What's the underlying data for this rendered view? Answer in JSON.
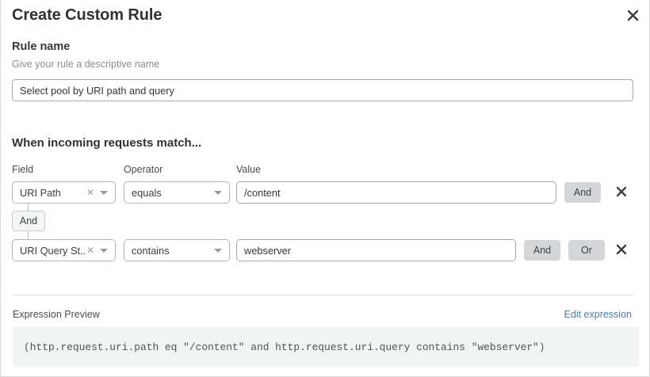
{
  "dialog": {
    "title": "Create Custom Rule",
    "close_icon": "close-icon"
  },
  "rule_name": {
    "label": "Rule name",
    "description": "Give your rule a descriptive name",
    "value": "Select pool by URI path and query",
    "placeholder": "Select pool by URI path and query"
  },
  "match_section": {
    "heading": "When incoming requests match...",
    "columns": {
      "field": "Field",
      "operator": "Operator",
      "value": "Value"
    },
    "group_connector": "And",
    "rows": [
      {
        "field": "URI Path",
        "field_clear_icon": "close-small-icon",
        "field_caret_icon": "chevron-down-icon",
        "operator": "equals",
        "operator_caret_icon": "chevron-down-icon",
        "value": "/content",
        "value_placeholder": "",
        "buttons": [
          "And"
        ],
        "delete_icon": "close-icon"
      },
      {
        "field": "URI Query St...",
        "field_clear_icon": "close-small-icon",
        "field_caret_icon": "chevron-down-icon",
        "operator": "contains",
        "operator_caret_icon": "chevron-down-icon",
        "value": "webserver",
        "value_placeholder": "",
        "buttons": [
          "And",
          "Or"
        ],
        "delete_icon": "close-icon"
      }
    ]
  },
  "expression_preview": {
    "label": "Expression Preview",
    "edit_link": "Edit expression",
    "code": "(http.request.uri.path eq \"/content\" and http.request.uri.query contains \"webserver\")"
  },
  "colors": {
    "link": "#4b7fa0",
    "button_bg": "#d5d6d7",
    "code_bg": "#f2f3f3",
    "border": "#a6a9ab"
  }
}
